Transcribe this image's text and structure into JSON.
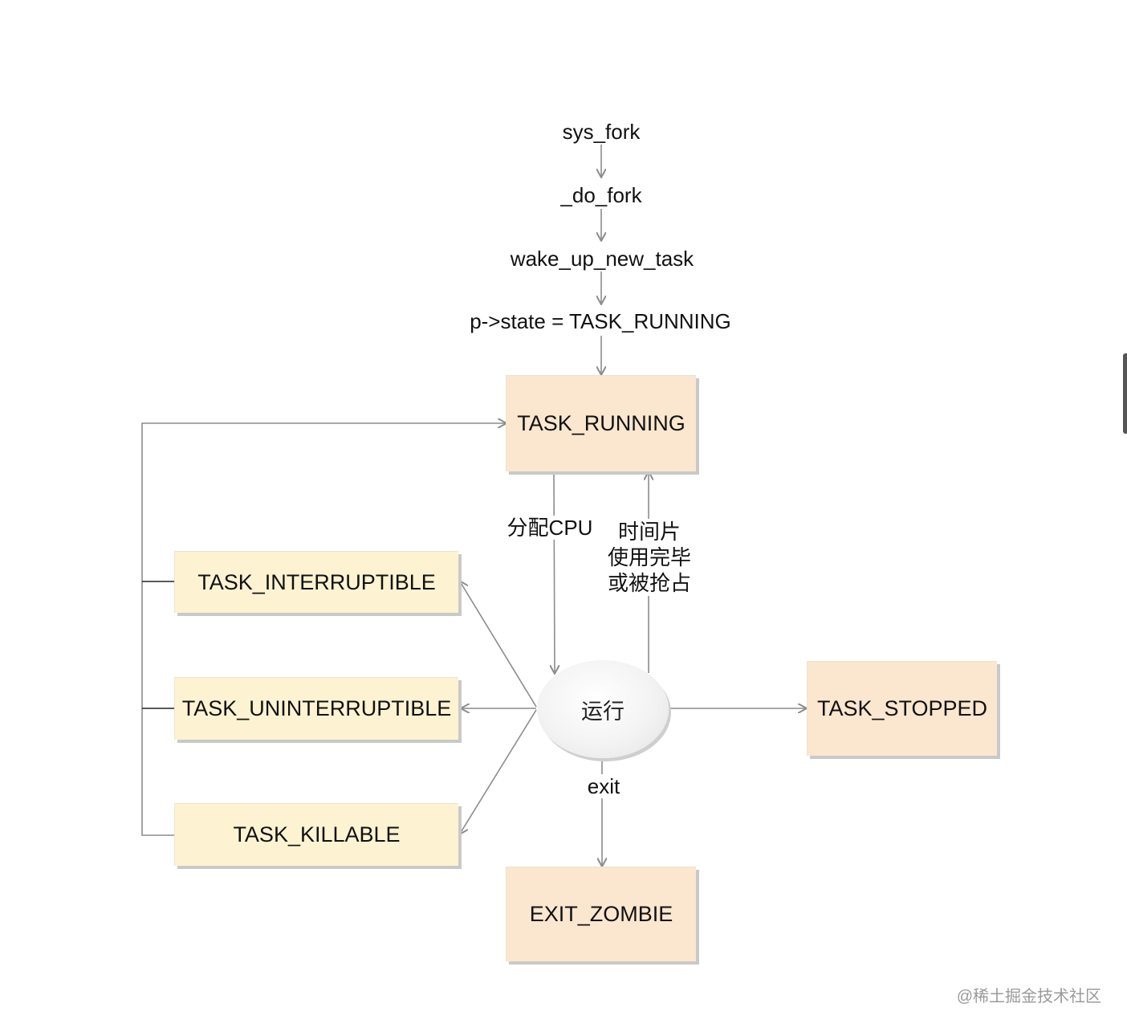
{
  "flow": {
    "sys_fork": "sys_fork",
    "do_fork": "_do_fork",
    "wake_up_new_task": "wake_up_new_task",
    "state_assign": "p->state = TASK_RUNNING"
  },
  "states": {
    "task_running": "TASK_RUNNING",
    "task_interruptible": "TASK_INTERRUPTIBLE",
    "task_uninterruptible": "TASK_UNINTERRUPTIBLE",
    "task_killable": "TASK_KILLABLE",
    "task_stopped": "TASK_STOPPED",
    "exit_zombie": "EXIT_ZOMBIE",
    "running_node": "运行"
  },
  "edges": {
    "assign_cpu": "分配CPU",
    "timeslice_done": "时间片\n使用完毕\n或被抢占",
    "exit": "exit"
  },
  "watermark": "@稀土掘金技术社区",
  "colors": {
    "peach_box": "#fbe6cf",
    "cream_box": "#fdf3d2",
    "arrow": "#8c8c8c",
    "line": "#555555"
  }
}
